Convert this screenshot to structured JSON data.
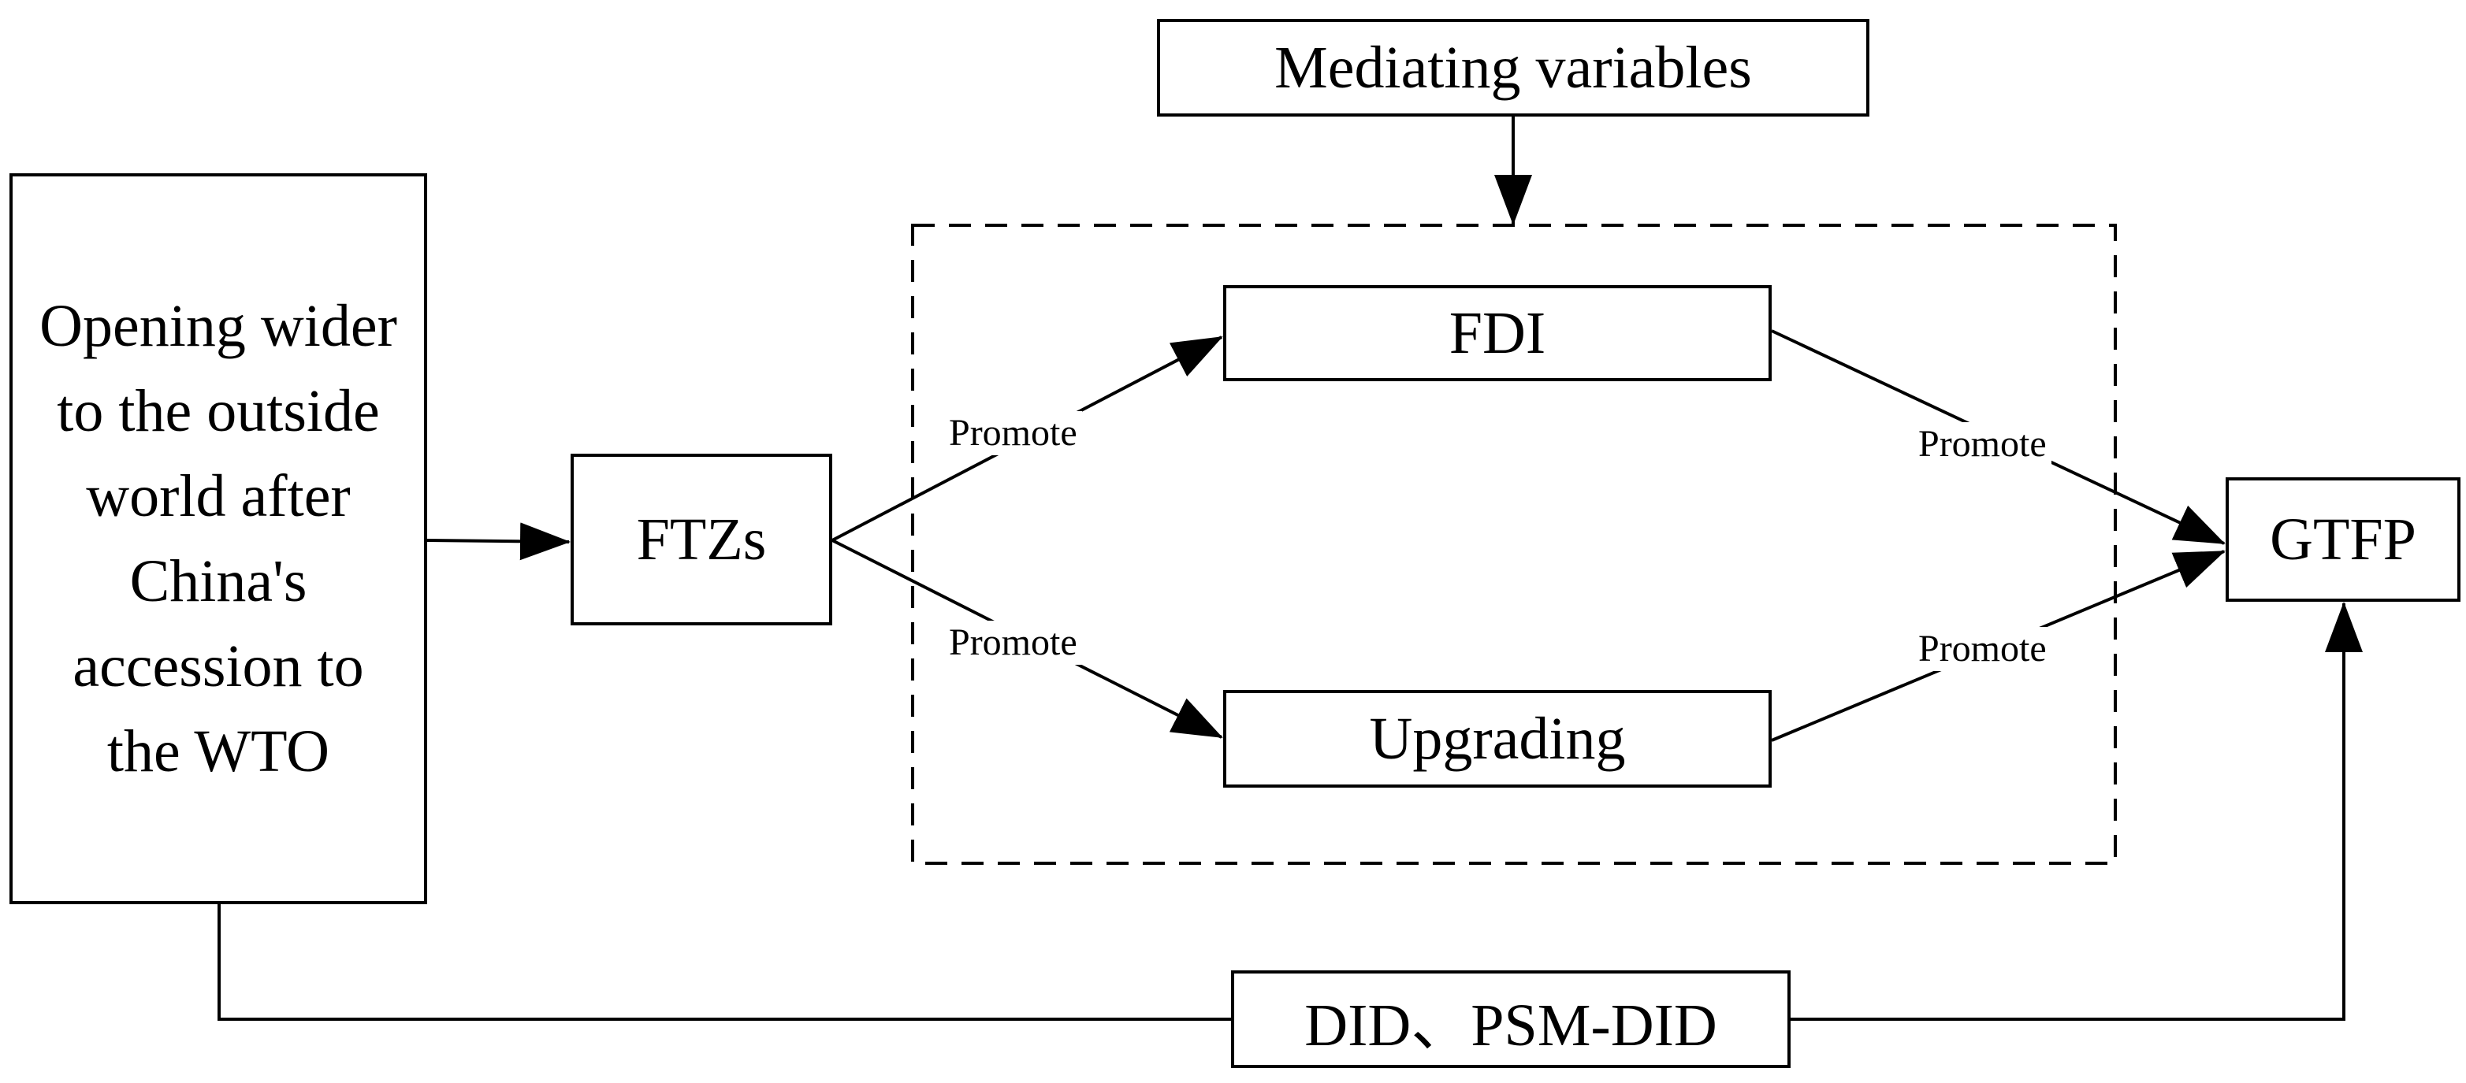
{
  "nodes": {
    "mediating": "Mediating variables",
    "opening": "Opening wider to the outside world after China's accession to the WTO",
    "ftzs": "FTZs",
    "fdi": "FDI",
    "upgrading": "Upgrading",
    "gtfp": "GTFP",
    "did": "DID、PSM-DID"
  },
  "edges": {
    "ftzs_to_fdi": "Promote",
    "ftzs_to_upgrading": "Promote",
    "fdi_to_gtfp": "Promote",
    "upgrading_to_gtfp": "Promote"
  }
}
